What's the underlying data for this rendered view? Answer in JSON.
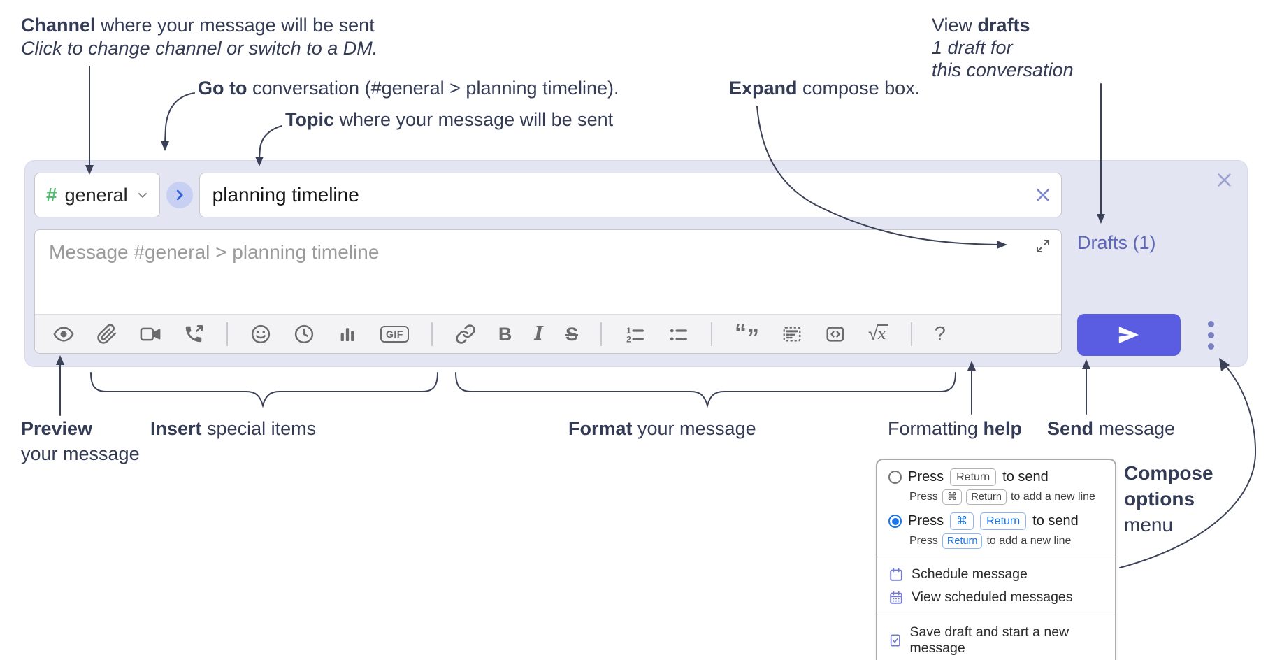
{
  "colors": {
    "accent_send_button": "#5a5ce2",
    "drafts_link": "#5e66b8",
    "channel_hash_green": "#52bd70",
    "selected_radio_blue": "#1a73e8",
    "compose_background": "#e3e5f3"
  },
  "annotations": {
    "channel_bold": "Channel",
    "channel_rest": " where your message will be sent",
    "channel_sub": "Click to change channel or switch to a DM.",
    "goto_bold": "Go to",
    "goto_rest": " conversation (#general > planning timeline).",
    "topic_bold": "Topic",
    "topic_rest": " where your message will be sent",
    "expand_bold": "Expand",
    "expand_rest": " compose box.",
    "drafts_pre": "View ",
    "drafts_bold": "drafts",
    "drafts_sub1": "1 draft for",
    "drafts_sub2": "this conversation",
    "preview_bold": "Preview",
    "preview_line2": "your message",
    "insert_bold": "Insert",
    "insert_rest": " special items",
    "format_bold": "Format",
    "format_rest": " your message",
    "help_pre": "Formatting ",
    "help_bold": "help",
    "send_bold": "Send",
    "send_rest": " message",
    "compose_bold1": "Compose",
    "compose_bold2": "options",
    "compose_rest": "menu"
  },
  "compose": {
    "channel_hash": "#",
    "channel_name": "general",
    "topic_value": "planning timeline",
    "message_placeholder": "Message #general > planning timeline",
    "drafts_label": "Drafts (1)"
  },
  "toolbar_icons": [
    "preview",
    "attach-file",
    "video-call",
    "voice-call",
    "emoji",
    "time",
    "poll",
    "gif",
    "link",
    "bold",
    "italic",
    "strikethrough",
    "numbered-list",
    "bulleted-list",
    "quote",
    "spoiler",
    "code",
    "math",
    "help"
  ],
  "icon_glyphs": {
    "gif": "GIF",
    "bold": "B",
    "italic": "I",
    "strike": "S",
    "help": "?",
    "math_root": "√",
    "math_x": "x",
    "quote_open": "“",
    "quote_close": "”",
    "list_1": "1",
    "list_2": "2"
  },
  "send_options_menu": {
    "option_return": {
      "selected": false,
      "press": "Press",
      "keys_main": [
        "Return"
      ],
      "suffix_main": "to send",
      "press_sub": "Press",
      "keys_sub": [
        "⌘",
        "Return"
      ],
      "suffix_sub": "to add a new line"
    },
    "option_cmd_return": {
      "selected": true,
      "press": "Press",
      "keys_main": [
        "⌘",
        "Return"
      ],
      "suffix_main": "to send",
      "press_sub": "Press",
      "keys_sub": [
        "Return"
      ],
      "suffix_sub": "to add a new line"
    },
    "items": [
      "Schedule message",
      "View scheduled messages",
      "Save draft and start a new message"
    ]
  }
}
